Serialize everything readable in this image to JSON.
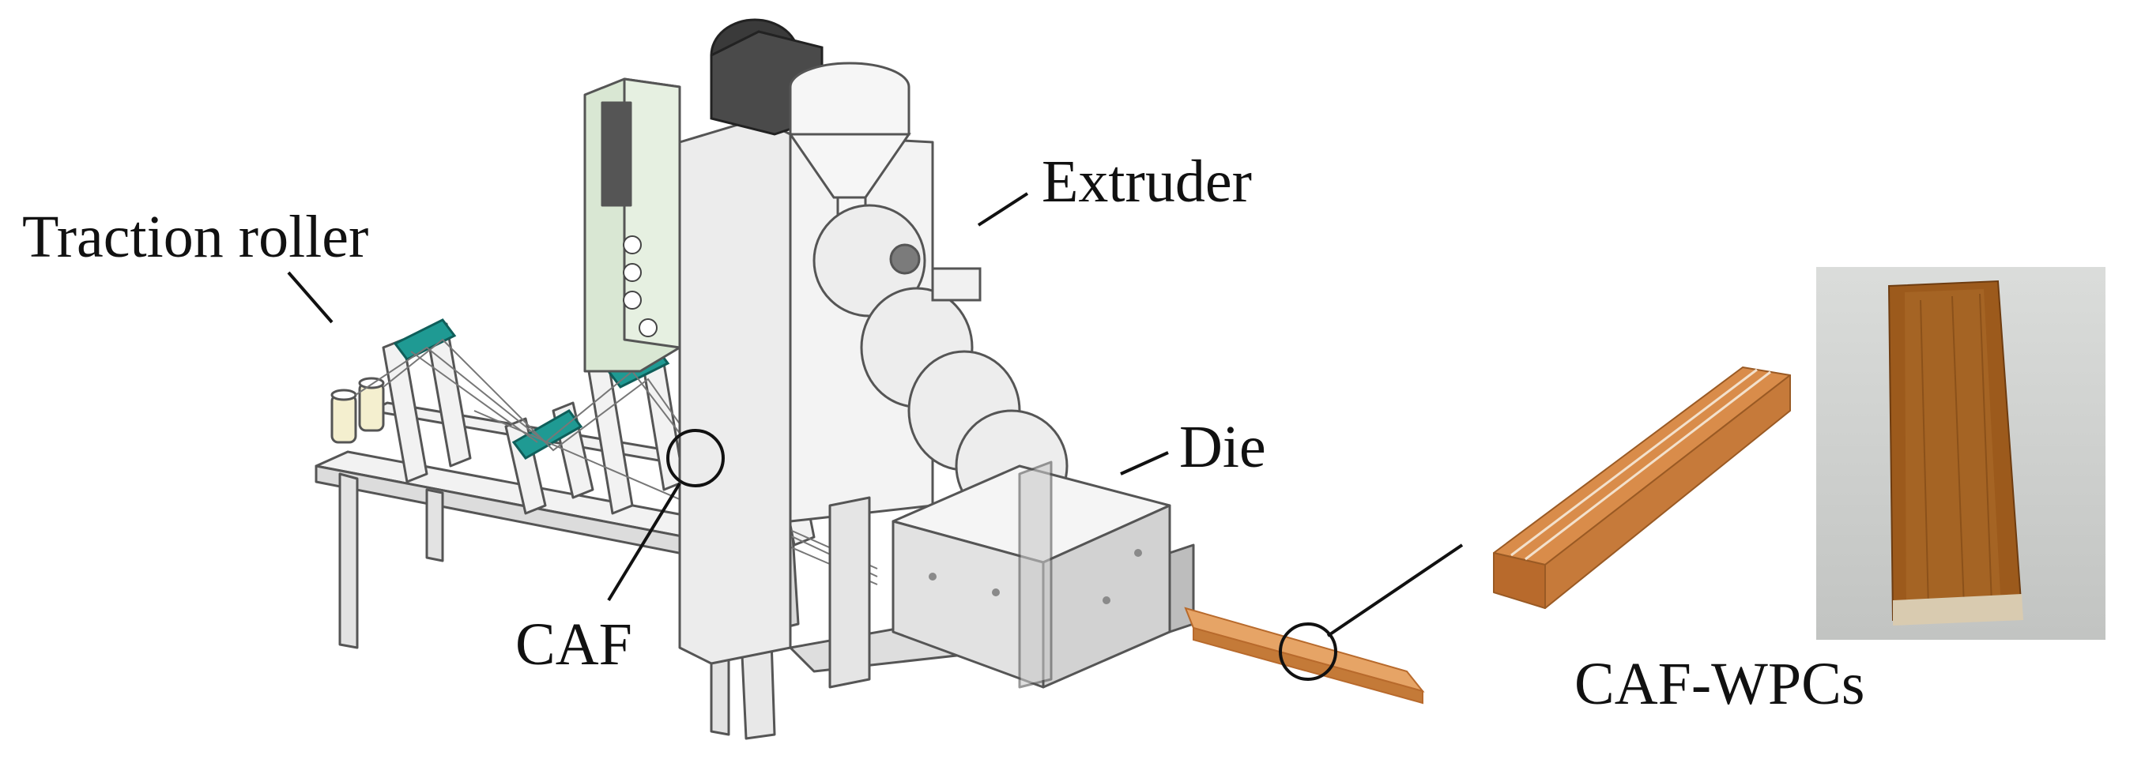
{
  "labels": {
    "traction_roller": "Traction roller",
    "extruder": "Extruder",
    "die": "Die",
    "caf": "CAF",
    "caf_wpcs": "CAF-WPCs"
  },
  "colors": {
    "frame_fill": "#f2f2f2",
    "frame_stroke": "#555555",
    "roller_teal": "#1f9a93",
    "control_cabinet": "#d9e7d3",
    "motor_dark": "#3a3a3a",
    "extruder_body": "#e9e9e9",
    "wpc_board": "#d98c4a",
    "wpc_board_dark": "#b86a2c",
    "photo_bg": "#cfd1cf",
    "photo_wood": "#9c5a1c"
  }
}
